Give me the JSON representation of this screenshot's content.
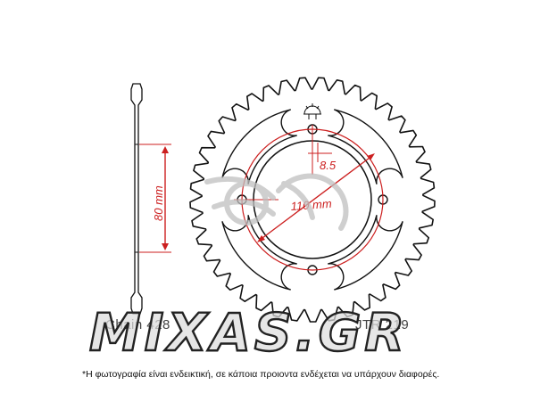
{
  "diagram": {
    "chain_label": "Chain 428",
    "part_label": "JTR 219",
    "dimensions": {
      "height": "80 mm",
      "pcd": "110 mm",
      "bolt_hole": "8.5"
    }
  },
  "watermark": {
    "text": "MIXAS.GR"
  },
  "disclaimer": "*Η φωτογραφία είναι ενδεικτική, σε κάποια προιοντα ενδέχεται να υπάρχουν διαφορές.",
  "colors": {
    "outline": "#111111",
    "dimension": "#cc1f1f",
    "watermark_fill": "#dcdcdc",
    "watermark_stroke": "#222222"
  }
}
